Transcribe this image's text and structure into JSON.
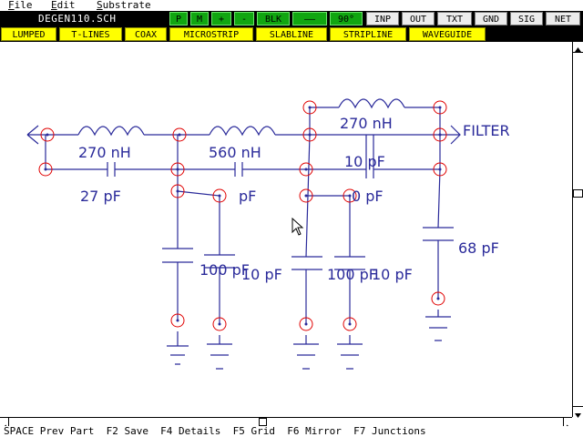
{
  "menu": {
    "file": "File",
    "edit": "Edit",
    "substrate": "Substrate"
  },
  "window": {
    "title": "DEGEN110.SCH"
  },
  "toolbar": {
    "p": "P",
    "m": "M",
    "plus": "+",
    "minus": "-",
    "blk": "BLK",
    "line": "——",
    "rot": "90°",
    "inp": "INP",
    "out": "OUT",
    "txt": "TXT",
    "gnd": "GND",
    "sig": "SIG",
    "net": "NET"
  },
  "tabs": [
    "LUMPED",
    "T-LINES",
    "COAX",
    "MICROSTRIP",
    "SLABLINE",
    "STRIPLINE",
    "WAVEGUIDE"
  ],
  "schematic": {
    "filter_label": "FILTER",
    "labels": {
      "l1": "270 nH",
      "l2": "560 nH",
      "l3": "270 nH",
      "c1": "27 pF",
      "c2": "pF",
      "c3": "10 pF",
      "c4": "0 pF",
      "c5": "100 pF",
      "c6": "10 pF",
      "c7": "100 pF",
      "c8": "10 pF",
      "c9": "68 pF"
    }
  },
  "status": "SPACE Prev Part  F2 Save  F4 Details  F5 Grid  F6 Mirror  F7 Junctions",
  "colors": {
    "wire": "#2a2a9a",
    "node": "#e00000",
    "tab": "#ffff00",
    "toolbar_green": "#11a611"
  }
}
